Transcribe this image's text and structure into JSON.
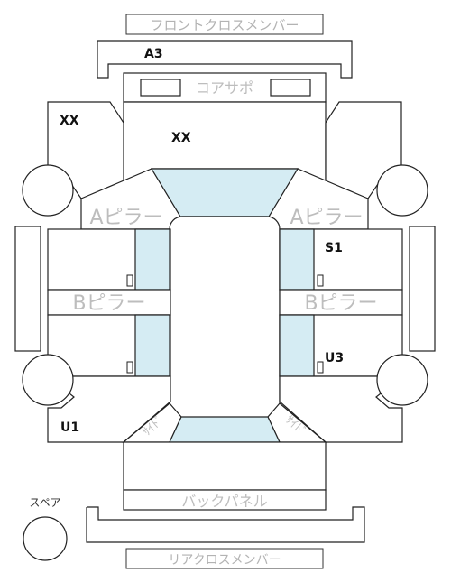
{
  "diagram": {
    "panels": {
      "front_cross_member": "フロントクロスメンバー",
      "core_support": "コアサポ",
      "a_pillar_left": "Aピラー",
      "a_pillar_right": "Aピラー",
      "b_pillar_left": "Bピラー",
      "b_pillar_right": "Bピラー",
      "side_sill_left": "ｻｲﾄﾞ",
      "side_sill_right": "ｻｲﾄﾞ",
      "back_panel": "バックパネル",
      "rear_cross_member": "リアクロスメンバー",
      "spare": "スペア"
    },
    "codes": {
      "front_cross_member": "A3",
      "front_left": "XX",
      "hood": "XX",
      "front_right_door": "S1",
      "rear_right_door": "U3",
      "rear_left": "U1"
    },
    "colors": {
      "outline": "#222222",
      "glass": "#d5ecf3",
      "label_gray": "#bdbdbd"
    }
  }
}
